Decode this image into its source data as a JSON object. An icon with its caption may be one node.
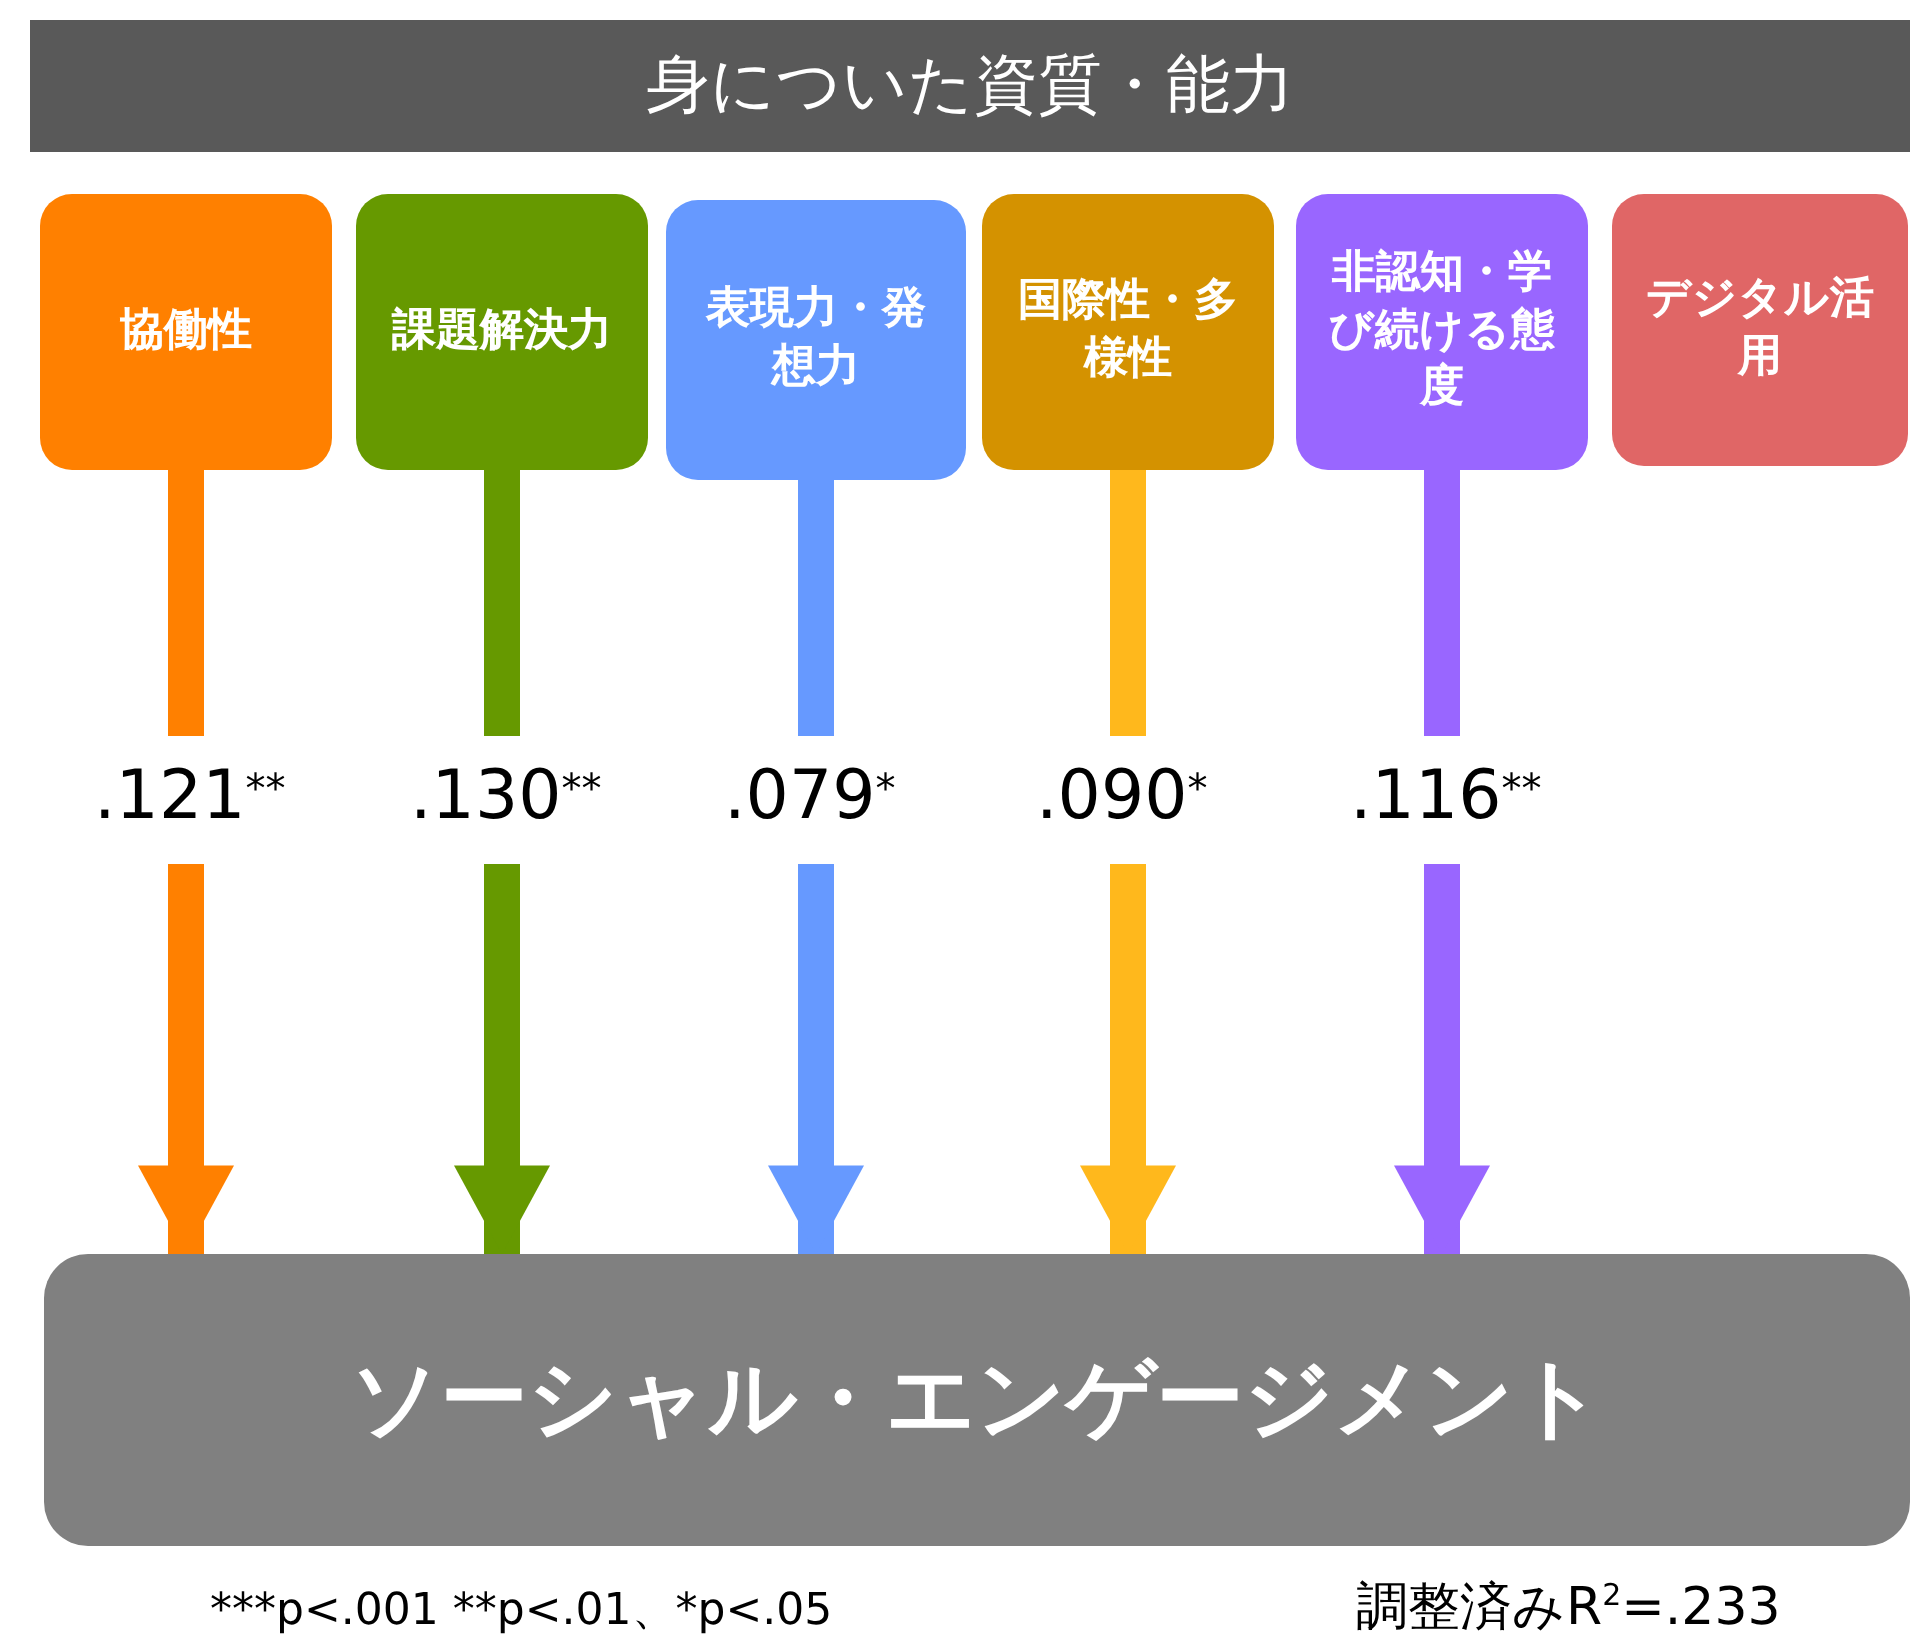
{
  "diagram": {
    "title": "身についた資質・能力",
    "nodes": [
      {
        "text": [
          "協働性"
        ]
      },
      {
        "text": [
          "課題解決力"
        ]
      },
      {
        "text": [
          "表現力・発想力"
        ]
      },
      {
        "text": [
          "国際性・多様性"
        ]
      },
      {
        "text": [
          "非認知・学び続ける態度"
        ]
      },
      {
        "text": [
          "デジタル活用"
        ]
      },
      {
        "text": [
          "ソーシャル・エンゲージメント"
        ]
      }
    ],
    "edges": [
      {
        "from": 0,
        "to": 6,
        "arrow": "to",
        "label": ".121$^{**}$",
        "color": "#ff8000"
      },
      {
        "from": 1,
        "to": 6,
        "arrow": "to",
        "label": ".130$^{**}$",
        "color": "#669900"
      },
      {
        "from": 2,
        "to": 6,
        "arrow": "to",
        "label": ".079$^{*}$",
        "color": "#6699ff"
      },
      {
        "from": 3,
        "to": 6,
        "arrow": "to",
        "label": ".090$^{*}$",
        "color": "#ffb81c"
      },
      {
        "from": 4,
        "to": 6,
        "arrow": "to",
        "label": ".116$^{**}$",
        "color": "#9966ff"
      }
    ],
    "labels": [
      "***p<.001 **p<.01、*p<.05",
      "調整済みR$^{2}$=.233"
    ]
  }
}
